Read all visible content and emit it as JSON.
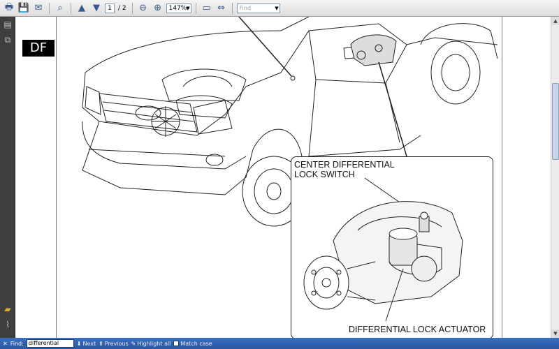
{
  "toolbar": {
    "current_page": "1",
    "total_pages": "/ 2",
    "zoom": "147%",
    "find_placeholder": "Find"
  },
  "document": {
    "section_badge": "DF",
    "label_switch_line1": "CENTER DIFFERENTIAL",
    "label_switch_line2": "LOCK SWITCH",
    "label_actuator": "DIFFERENTIAL LOCK ACTUATOR"
  },
  "findbar": {
    "find_label": "Find:",
    "find_value": "differential",
    "next_label": "Next",
    "previous_label": "Previous",
    "highlight_label": "Highlight all",
    "match_case_label": "Match case"
  },
  "colors": {
    "nav_panel": "#3e3e3e",
    "findbar": "#2f62b0"
  }
}
